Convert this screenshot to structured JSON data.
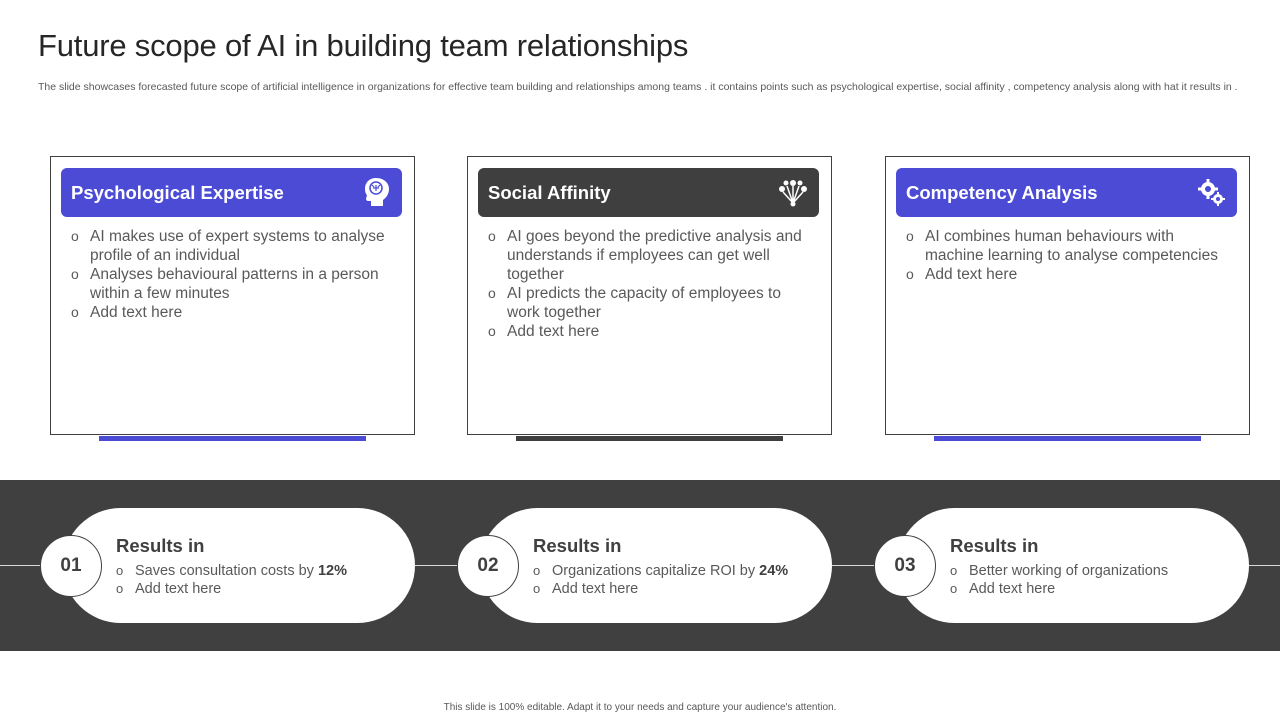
{
  "slide": {
    "title": "Future scope of AI in building team relationships",
    "subtitle": "The slide showcases forecasted future scope of artificial intelligence in organizations for effective team building and relationships among teams . it contains points such as psychological expertise, social affinity ,  competency analysis along with hat it results in .",
    "footer": "This slide is 100% editable. Adapt it to your needs and capture your audience's attention."
  },
  "colors": {
    "accent_blue": "#4b4bd6",
    "accent_dark": "#3f3f3f",
    "band": "#404040"
  },
  "cards": [
    {
      "title": "Psychological Expertise",
      "icon": "head-brain-icon",
      "items": [
        "AI makes use of expert systems to analyse profile of an individual",
        "Analyses behavioural patterns in a person within a few minutes",
        "Add text here"
      ]
    },
    {
      "title": "Social Affinity",
      "icon": "network-nodes-icon",
      "items": [
        "AI goes beyond the predictive analysis and understands  if employees can get well together",
        "AI predicts the capacity of employees to work together",
        "Add text here"
      ]
    },
    {
      "title": "Competency Analysis",
      "icon": "gears-icon",
      "items": [
        "AI combines human behaviours with machine learning to analyse competencies",
        "Add text here"
      ]
    }
  ],
  "results": [
    {
      "number": "01",
      "title": "Results in",
      "item1_text": "Saves consultation costs by ",
      "item1_value": "12%",
      "item2": "Add text here"
    },
    {
      "number": "02",
      "title": "Results in",
      "item1_text": "Organizations capitalize ROI by ",
      "item1_value": "24%",
      "item2": "Add text here"
    },
    {
      "number": "03",
      "title": "Results in",
      "item1_text": "Better working of organizations",
      "item1_value": "",
      "item2": "Add text here"
    }
  ]
}
